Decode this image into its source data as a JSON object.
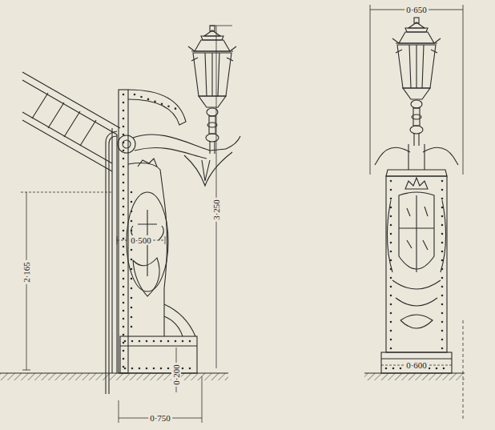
{
  "diagram": {
    "labels": [
      "2·165",
      "0·500",
      "3·250",
      "0·200",
      "0·750",
      "0·650",
      "0·600"
    ]
  }
}
